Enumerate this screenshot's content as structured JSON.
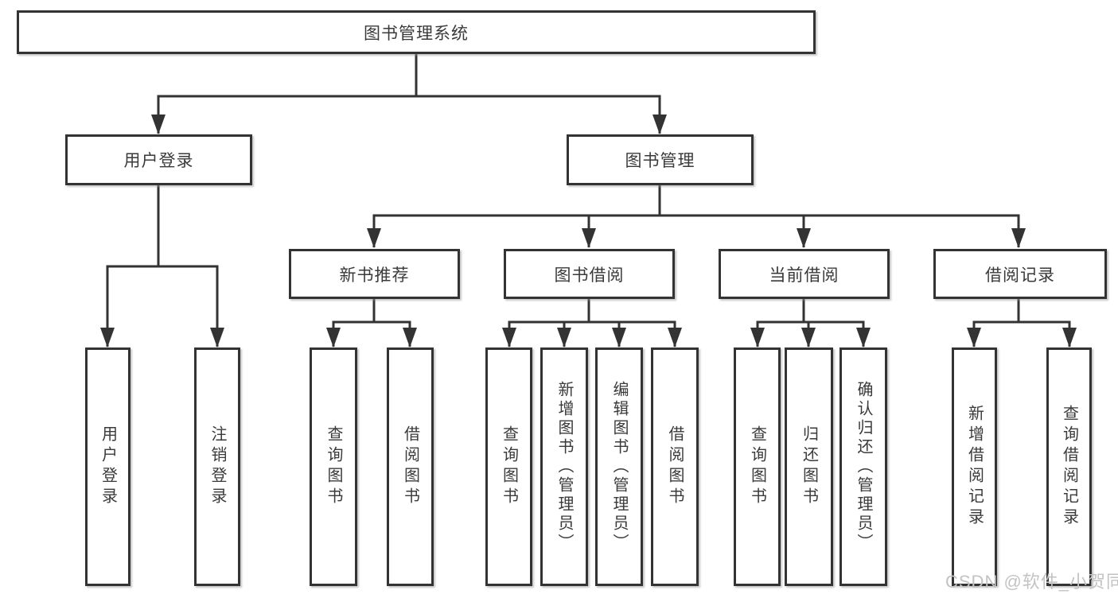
{
  "diagram_type": "hierarchy-tree",
  "colors": {
    "background": "#ffffff",
    "line": "#333333",
    "box_border": "#333333",
    "text": "#3a3a3a",
    "watermark": "#c3c3c3"
  },
  "tree": {
    "label": "图书管理系统",
    "children": [
      {
        "label": "用户登录",
        "children": [
          {
            "label": "用户登录"
          },
          {
            "label": "注销登录"
          }
        ]
      },
      {
        "label": "图书管理",
        "children": [
          {
            "label": "新书推荐",
            "children": [
              {
                "label": "查询图书"
              },
              {
                "label": "借阅图书"
              }
            ]
          },
          {
            "label": "图书借阅",
            "children": [
              {
                "label": "查询图书"
              },
              {
                "label": "新增图书（管理员）"
              },
              {
                "label": "编辑图书（管理员）"
              },
              {
                "label": "借阅图书"
              }
            ]
          },
          {
            "label": "当前借阅",
            "children": [
              {
                "label": "查询图书"
              },
              {
                "label": "归还图书"
              },
              {
                "label": "确认归还（管理员）"
              }
            ]
          },
          {
            "label": "借阅记录",
            "children": [
              {
                "label": "新增借阅记录"
              },
              {
                "label": "查询借阅记录"
              }
            ]
          }
        ]
      }
    ]
  },
  "watermark": {
    "text": "CSDN @软件_小贺同学"
  }
}
